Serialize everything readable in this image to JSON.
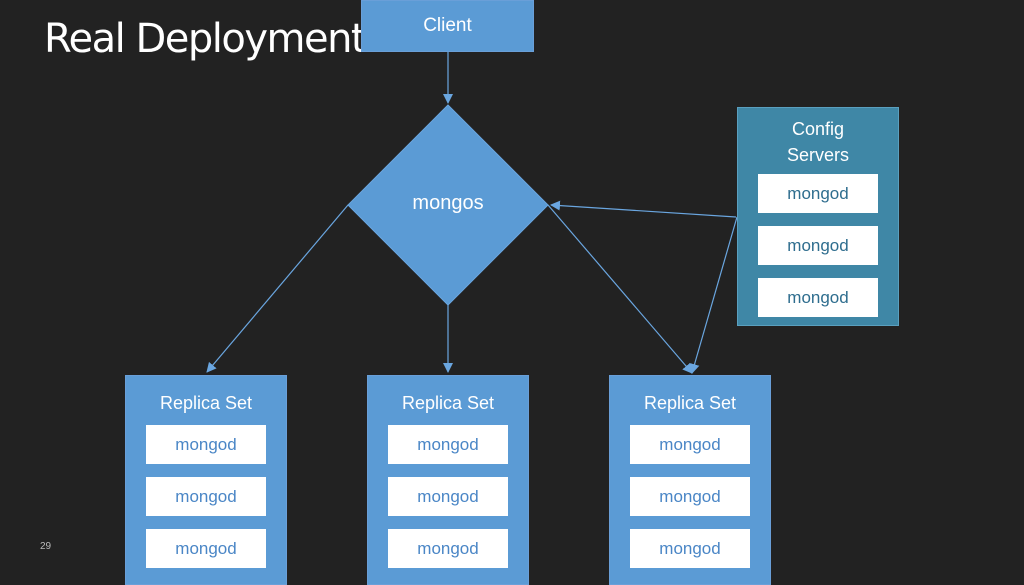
{
  "slide": {
    "title": "Real Deployment",
    "page_number": "29"
  },
  "diagram": {
    "client": {
      "label": "Client"
    },
    "router": {
      "label": "mongos"
    },
    "config_servers": {
      "label_line1": "Config",
      "label_line2": "Servers",
      "nodes": [
        "mongod",
        "mongod",
        "mongod"
      ]
    },
    "replica_sets": [
      {
        "label": "Replica Set",
        "nodes": [
          "mongod",
          "mongod",
          "mongod"
        ]
      },
      {
        "label": "Replica Set",
        "nodes": [
          "mongod",
          "mongod",
          "mongod"
        ]
      },
      {
        "label": "Replica Set",
        "nodes": [
          "mongod",
          "mongod",
          "mongod"
        ]
      }
    ]
  },
  "colors": {
    "background": "#222222",
    "shape_blue": "#5b9bd5",
    "config_teal": "#3f87a6",
    "connector": "#6aa6e0",
    "node_fill": "#ffffff"
  }
}
